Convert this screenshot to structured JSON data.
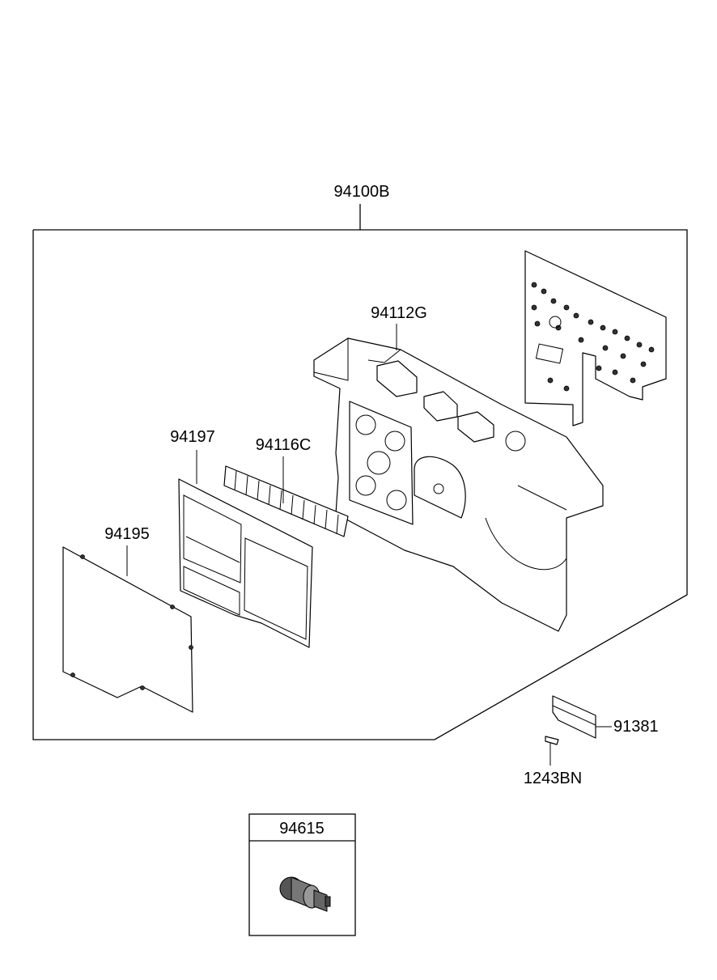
{
  "diagram": {
    "labels": {
      "assembly": "94100B",
      "rear_case": "94112G",
      "lens_panel": "94116C",
      "mask": "94197",
      "window": "94195",
      "bracket": "91381",
      "screw": "1243BN",
      "inset_part": "94615"
    }
  }
}
